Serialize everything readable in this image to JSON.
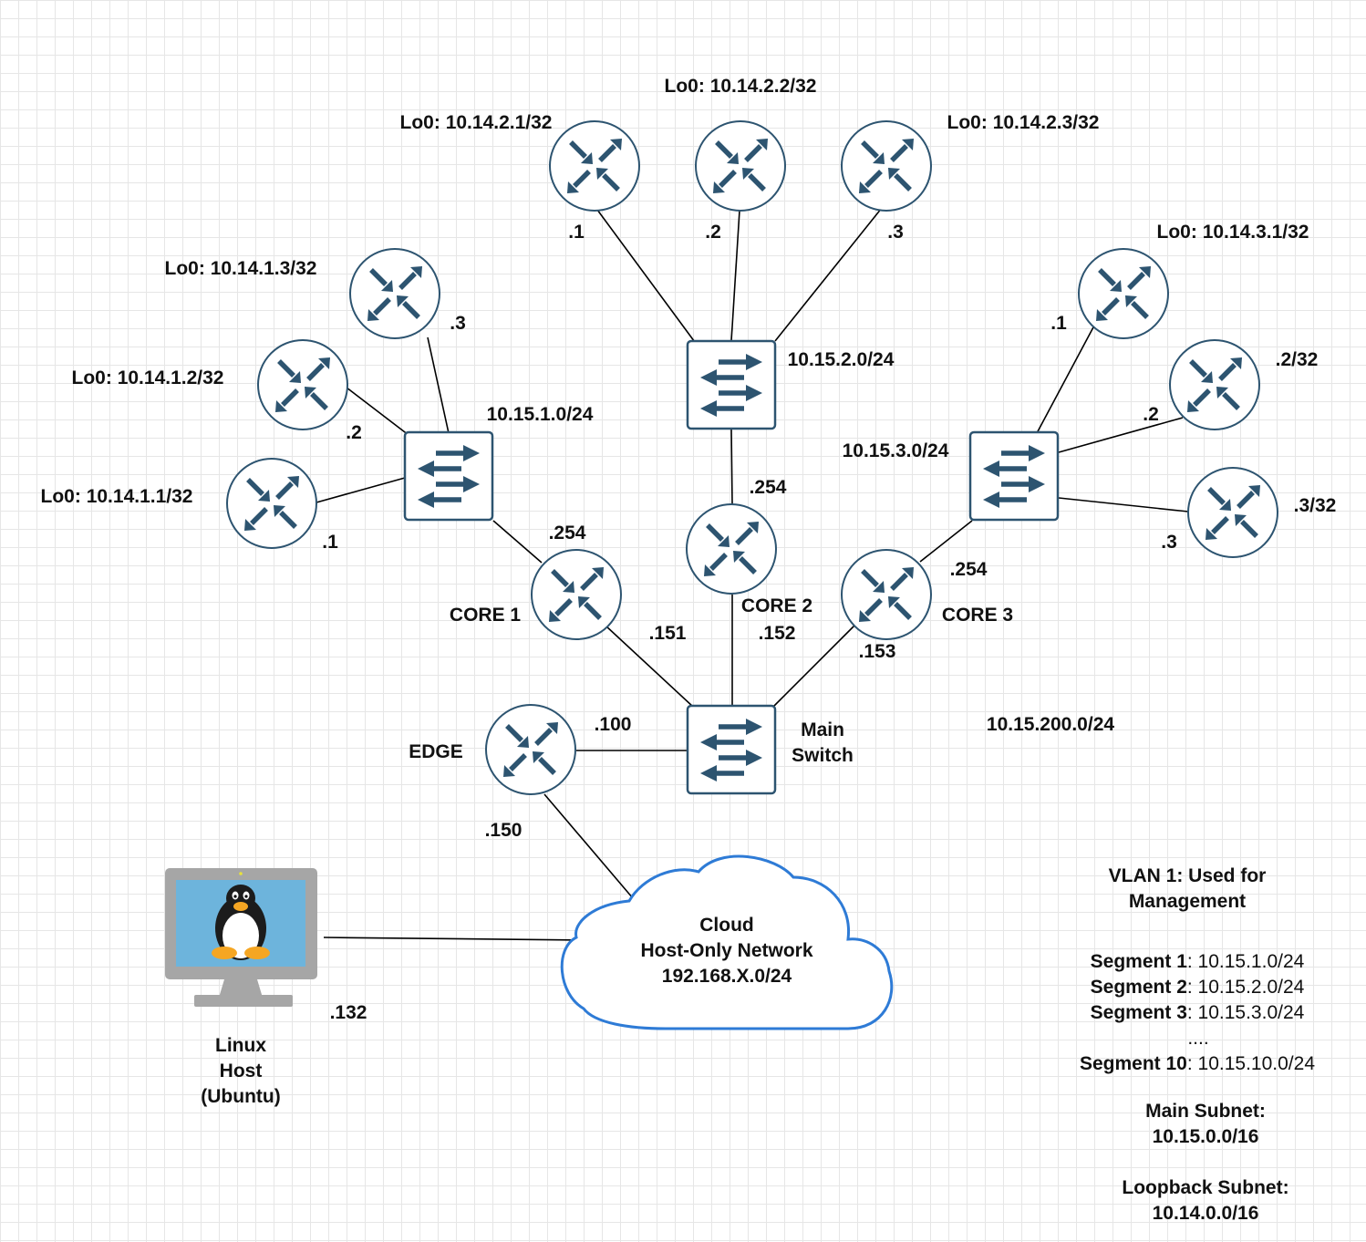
{
  "routers": {
    "r21": {
      "label": "Lo0: 10.14.2.1/32",
      "port": ".1"
    },
    "r22": {
      "label": "Lo0: 10.14.2.2/32",
      "port": ".2"
    },
    "r23": {
      "label": "Lo0: 10.14.2.3/32",
      "port": ".3"
    },
    "r13": {
      "label": "Lo0: 10.14.1.3/32",
      "port": ".3"
    },
    "r12": {
      "label": "Lo0: 10.14.1.2/32",
      "port": ".2"
    },
    "r11": {
      "label": "Lo0: 10.14.1.1/32",
      "port": ".1"
    },
    "r31": {
      "label": "Lo0: 10.14.3.1/32",
      "port": ".1"
    },
    "r32": {
      "label": ".2/32",
      "port": ".2"
    },
    "r33": {
      "label": ".3/32",
      "port": ".3"
    },
    "core1": {
      "label": "CORE 1",
      "up_port": ".254",
      "down_port": ".151"
    },
    "core2": {
      "label": "CORE 2",
      "up_port": ".254",
      "down_port": ".152"
    },
    "core3": {
      "label": "CORE 3",
      "up_port": ".254",
      "down_port": ".153"
    },
    "edge": {
      "label": "EDGE",
      "switch_port": ".100",
      "cloud_port": ".150"
    }
  },
  "switches": {
    "seg1": {
      "subnet": "10.15.1.0/24"
    },
    "seg2": {
      "subnet": "10.15.2.0/24"
    },
    "seg3": {
      "subnet": "10.15.3.0/24"
    },
    "main": {
      "label_line1": "Main",
      "label_line2": "Switch",
      "subnet": "10.15.200.0/24"
    }
  },
  "cloud": {
    "line1": "Cloud",
    "line2": "Host-Only Network",
    "line3": "192.168.X.0/24"
  },
  "host": {
    "line1": "Linux",
    "line2": "Host",
    "line3": "(Ubuntu)",
    "port": ".132"
  },
  "notes": {
    "vlan_line1": "VLAN 1: Used for",
    "vlan_line2": "Management",
    "segments": [
      {
        "name": "Segment 1",
        "value": ": 10.15.1.0/24"
      },
      {
        "name": "Segment 2",
        "value": ": 10.15.2.0/24"
      },
      {
        "name": "Segment 3",
        "value": ": 10.15.3.0/24"
      },
      {
        "name": "",
        "value": "...."
      },
      {
        "name": "Segment 10",
        "value": ": 10.15.10.0/24"
      }
    ],
    "main_subnet_label": "Main Subnet:",
    "main_subnet_value": "10.15.0.0/16",
    "loopback_subnet_label": "Loopback Subnet:",
    "loopback_subnet_value": "10.14.0.0/16"
  },
  "colors": {
    "device_blue": "#2d5470",
    "cloud_outline": "#2e7bd6",
    "screen_blue": "#6db4dc",
    "monitor_gray": "#a6a6a6"
  }
}
